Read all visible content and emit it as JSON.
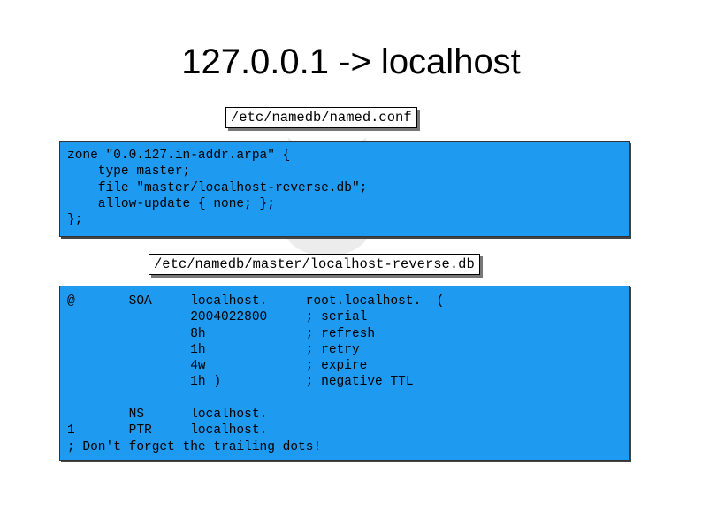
{
  "slide": {
    "title": "127.0.0.1 -> localhost"
  },
  "named_conf": {
    "filename": "/etc/namedb/named.conf",
    "lines": [
      "zone \"0.0.127.in-addr.arpa\" {",
      "    type master;",
      "    file \"master/localhost-reverse.db\";",
      "    allow-update { none; };",
      "};"
    ]
  },
  "reverse_db": {
    "filename": "/etc/namedb/master/localhost-reverse.db",
    "lines": [
      "@       SOA     localhost.     root.localhost.  (",
      "                2004022800     ; serial",
      "                8h             ; refresh",
      "                1h             ; retry",
      "                4w             ; expire",
      "                1h )           ; negative TTL",
      "",
      "        NS      localhost.",
      "1       PTR     localhost.",
      "; Don't forget the trailing dots!"
    ]
  },
  "colors": {
    "code_background": "#1e9af0"
  },
  "icons": {
    "watermark": "bsd-daemon-watermark-icon"
  }
}
